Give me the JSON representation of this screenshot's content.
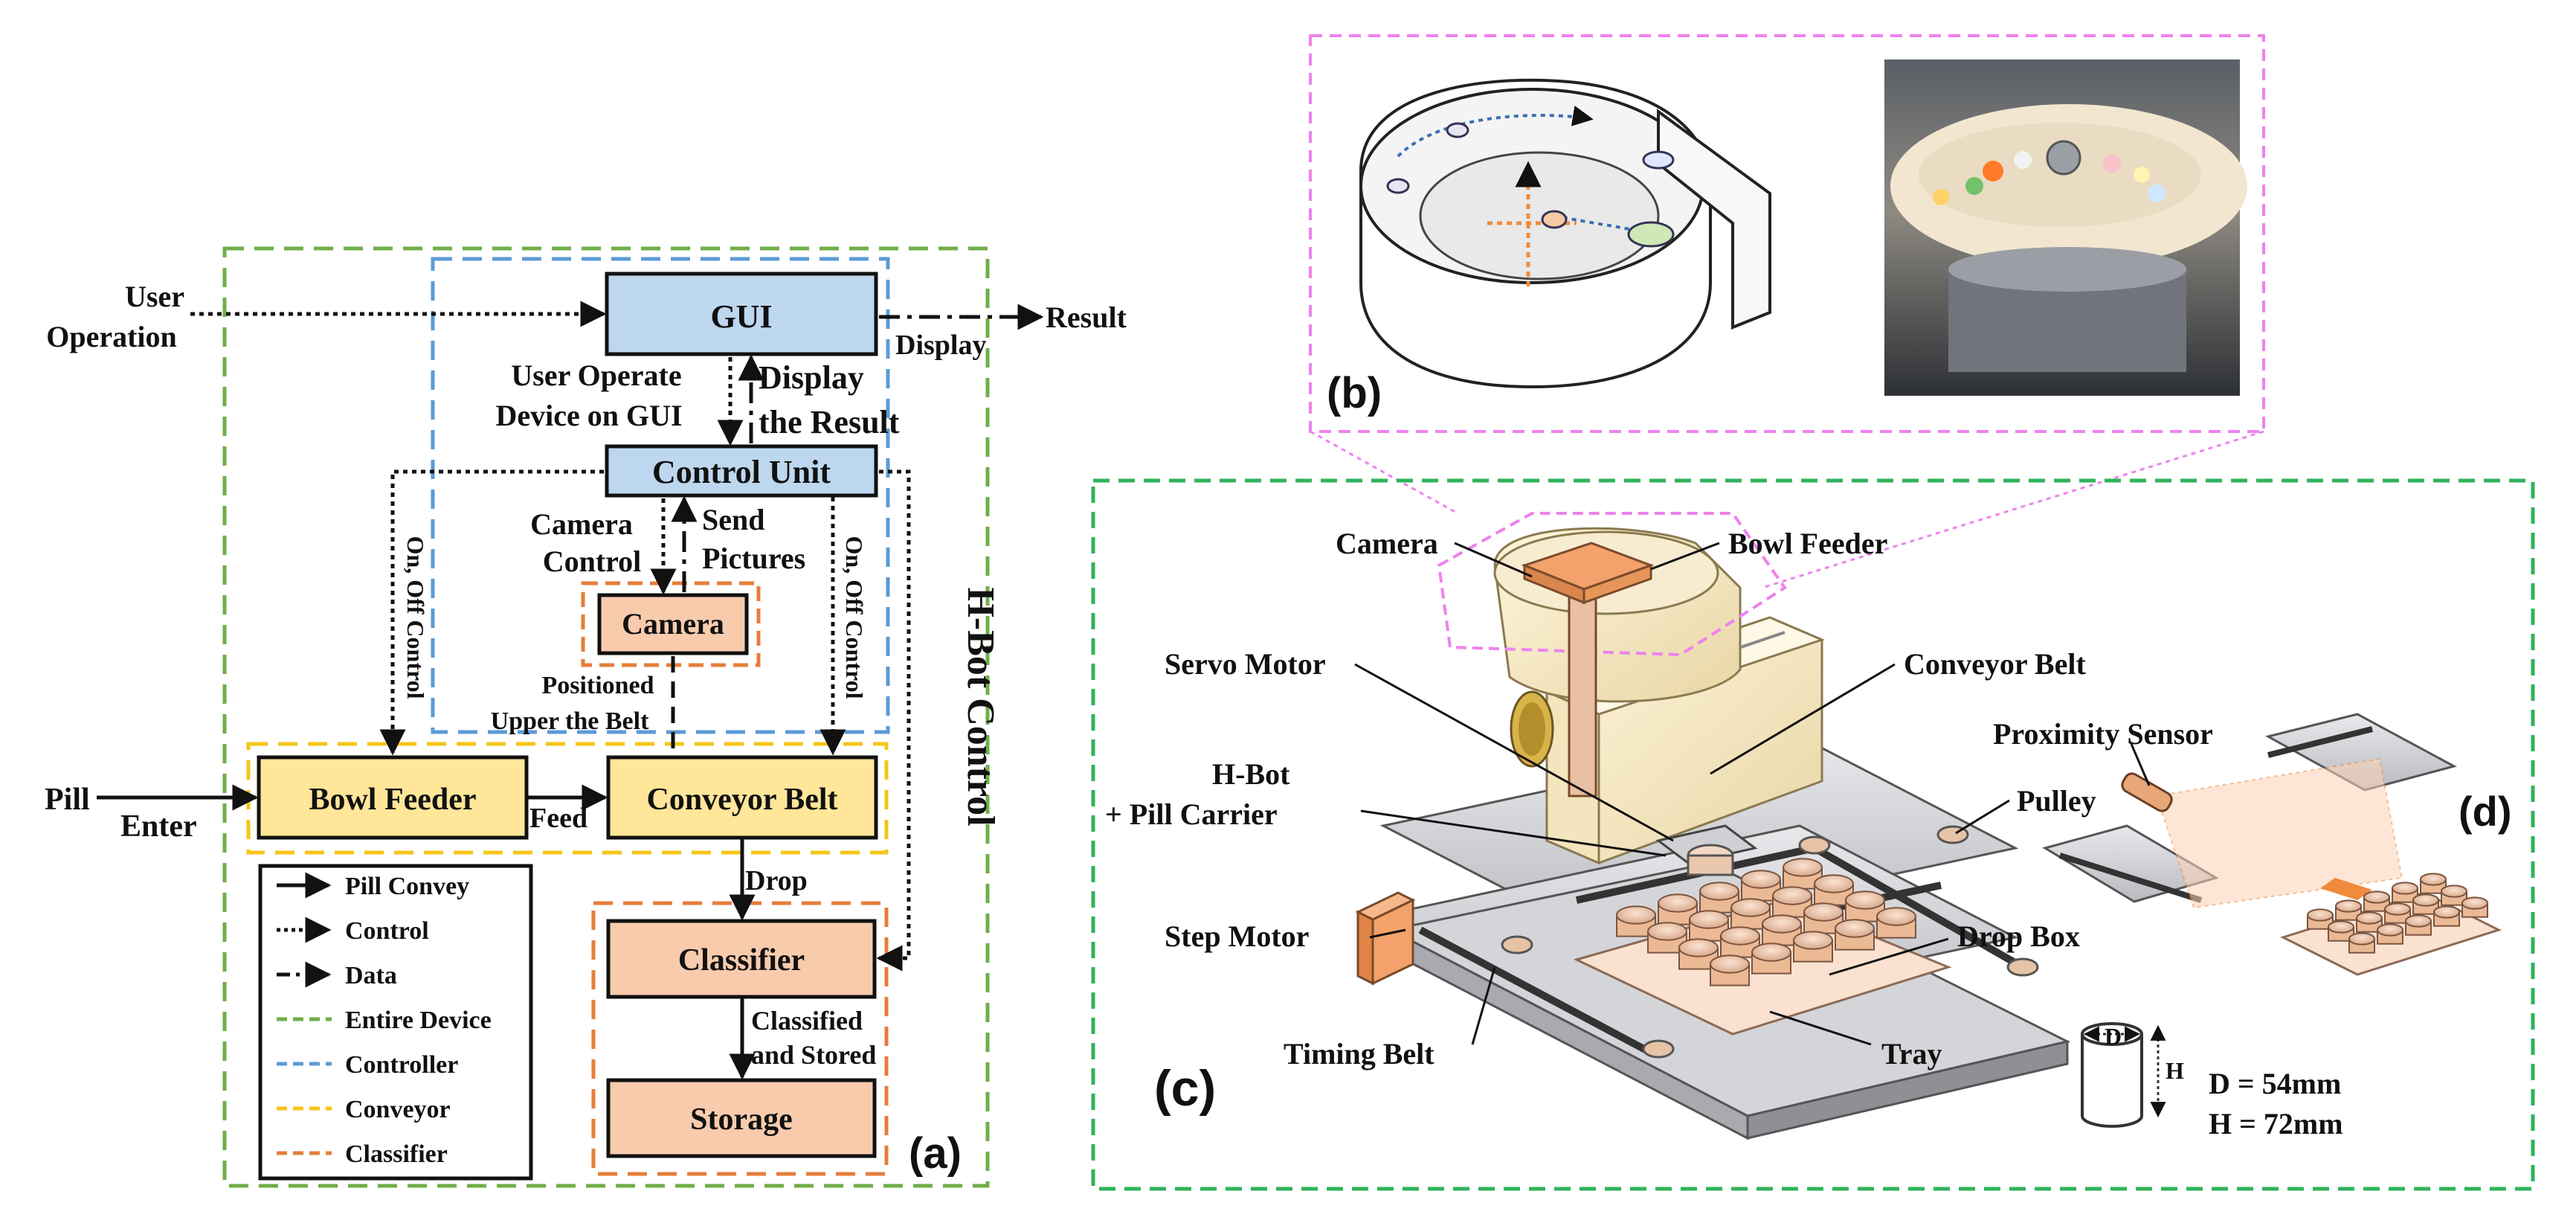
{
  "colors": {
    "entire_device": "#6fae48",
    "controller": "#5b9bd5",
    "conveyor": "#f5c518",
    "classifier": "#e67e3a",
    "gui_fill": "#bdd7ee",
    "feeder_fill": "#ffe699",
    "classifier_fill": "#f8cbad",
    "magenta_box": "#ee82ee",
    "green_box": "#2fb35a"
  },
  "panel_a": {
    "label": "(a)",
    "side_title": "H-Bot Control",
    "boxes": {
      "gui": "GUI",
      "control_unit": "Control Unit",
      "camera": "Camera",
      "bowl_feeder": "Bowl Feeder",
      "conveyor_belt": "Conveyor Belt",
      "classifier": "Classifier",
      "storage": "Storage"
    },
    "labels": {
      "user": "User",
      "operation": "Operation",
      "result": "Result",
      "display": "Display",
      "user_operate_1": "User Operate",
      "user_operate_2": "Device on GUI",
      "display_the_1": "Display",
      "display_the_2": "the Result",
      "camera_control_1": "Camera",
      "camera_control_2": "Control",
      "send_pictures_1": "Send",
      "send_pictures_2": "Pictures",
      "on_off_left": "On, Off Control",
      "on_off_right": "On, Off Control",
      "positioned_1": "Positioned",
      "positioned_2": "Upper the Belt",
      "pill": "Pill",
      "enter": "Enter",
      "feed": "Feed",
      "drop": "Drop",
      "classified_1": "Classified",
      "classified_2": "and Stored"
    },
    "legend": [
      {
        "label": "Pill Convey",
        "style": "solid"
      },
      {
        "label": "Control",
        "style": "dotted"
      },
      {
        "label": "Data",
        "style": "dashdot"
      },
      {
        "label": "Entire Device",
        "style": "green"
      },
      {
        "label": "Controller",
        "style": "blue"
      },
      {
        "label": "Conveyor",
        "style": "yellow"
      },
      {
        "label": "Classifier",
        "style": "orange"
      }
    ]
  },
  "panel_b": {
    "label": "(b)"
  },
  "panel_c": {
    "label": "(c)",
    "callouts": {
      "camera": "Camera",
      "bowl_feeder": "Bowl Feeder",
      "servo_motor": "Servo Motor",
      "conveyor_belt": "Conveyor Belt",
      "hbot_1": "H-Bot",
      "hbot_2": "+ Pill Carrier",
      "pulley": "Pulley",
      "step_motor": "Step Motor",
      "drop_box": "Drop Box",
      "timing_belt": "Timing Belt",
      "tray": "Tray",
      "dim_d": "D",
      "dim_h": "H",
      "d_value": "D = 54mm",
      "h_value": "H = 72mm"
    }
  },
  "panel_d": {
    "label": "(d)",
    "proximity_sensor": "Proximity Sensor"
  }
}
